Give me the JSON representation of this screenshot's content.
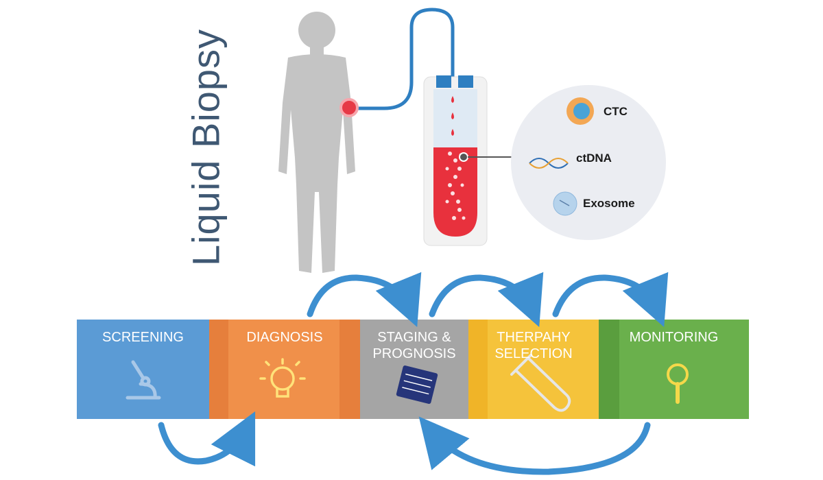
{
  "title": "Liquid Biopsy",
  "components": [
    {
      "label": "CTC",
      "icon": "cell-icon"
    },
    {
      "label": "ctDNA",
      "icon": "dna-strand-icon"
    },
    {
      "label": "Exosome",
      "icon": "exosome-icon"
    }
  ],
  "stages": [
    {
      "label": "SCREENING",
      "color": "#5b9bd5",
      "icon": "microscope-icon"
    },
    {
      "label": "DIAGNOSIS",
      "color": "#f0904a",
      "icon": "lightbulb-icon"
    },
    {
      "label": "STAGING &\nPROGNOSIS",
      "color": "#a5a5a5",
      "icon": "notepad-icon"
    },
    {
      "label": "THERPAHY\nSELECTION",
      "color": "#f5c33b",
      "icon": "test-tube-icon"
    },
    {
      "label": "MONITORING",
      "color": "#6ab04c",
      "icon": "magnifier-icon"
    }
  ]
}
